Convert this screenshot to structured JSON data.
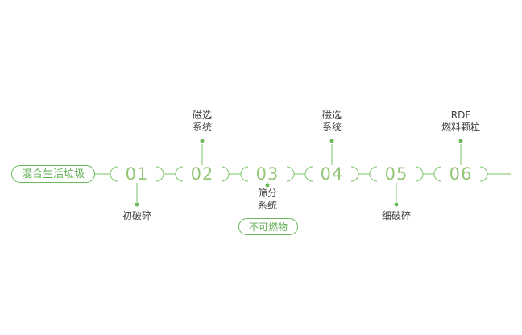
{
  "flow": {
    "start_label": "混合生活垃圾",
    "badge_label": "不可燃物",
    "steps": [
      {
        "number": "01",
        "label": "初破碎",
        "label_position": "below"
      },
      {
        "number": "02",
        "label": "磁选\n系统",
        "label_position": "above"
      },
      {
        "number": "03",
        "label": "筛分\n系统",
        "label_position": "below"
      },
      {
        "number": "04",
        "label": "磁选\n系统",
        "label_position": "above"
      },
      {
        "number": "05",
        "label": "细破碎",
        "label_position": "below"
      },
      {
        "number": "06",
        "label": "RDF\n燃料颗粒",
        "label_position": "above"
      }
    ],
    "colors": {
      "line": "#7cc36a",
      "number": "#94c678",
      "label": "#404040",
      "accent": "#6cb95e"
    }
  }
}
